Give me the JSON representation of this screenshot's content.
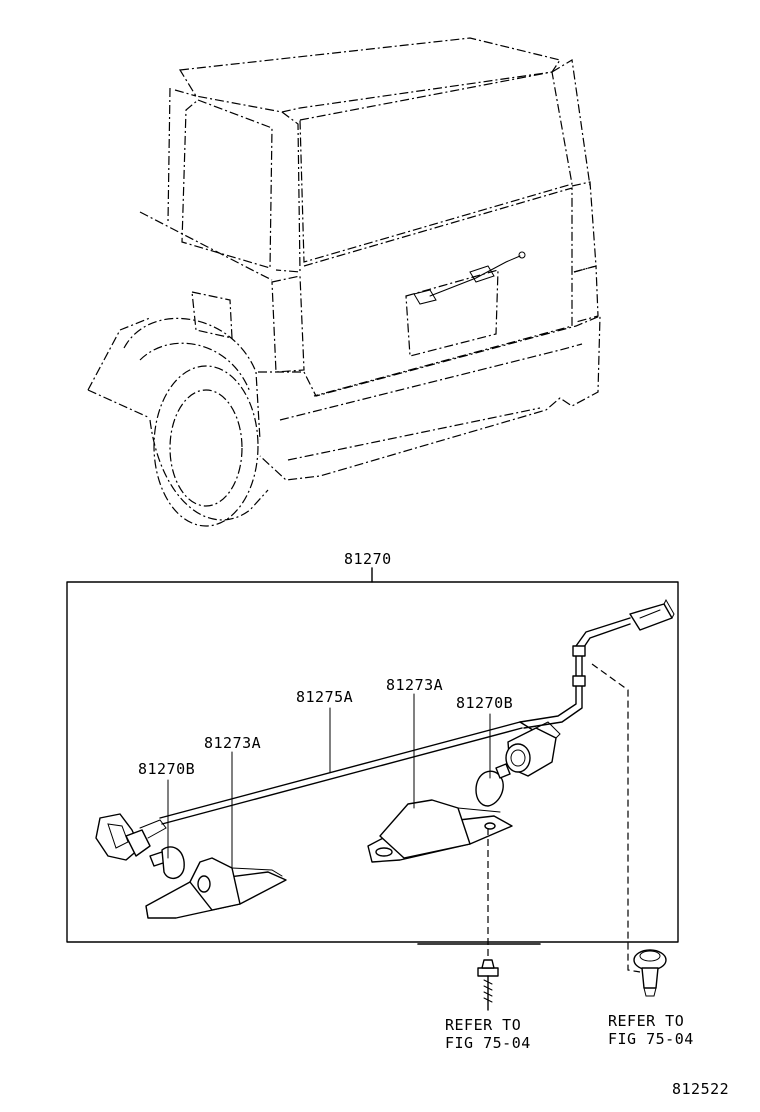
{
  "parts": {
    "assembly": "81270",
    "wire": "81275A",
    "lamp_left": "81273A",
    "lamp_right": "81273A",
    "bulb_left": "81270B",
    "bulb_right": "81270B"
  },
  "references": {
    "screw_line1": "REFER TO",
    "screw_line2": "FIG 75-04",
    "clip_line1": "REFER TO",
    "clip_line2": "FIG 75-04"
  },
  "diagram_id": "812522"
}
